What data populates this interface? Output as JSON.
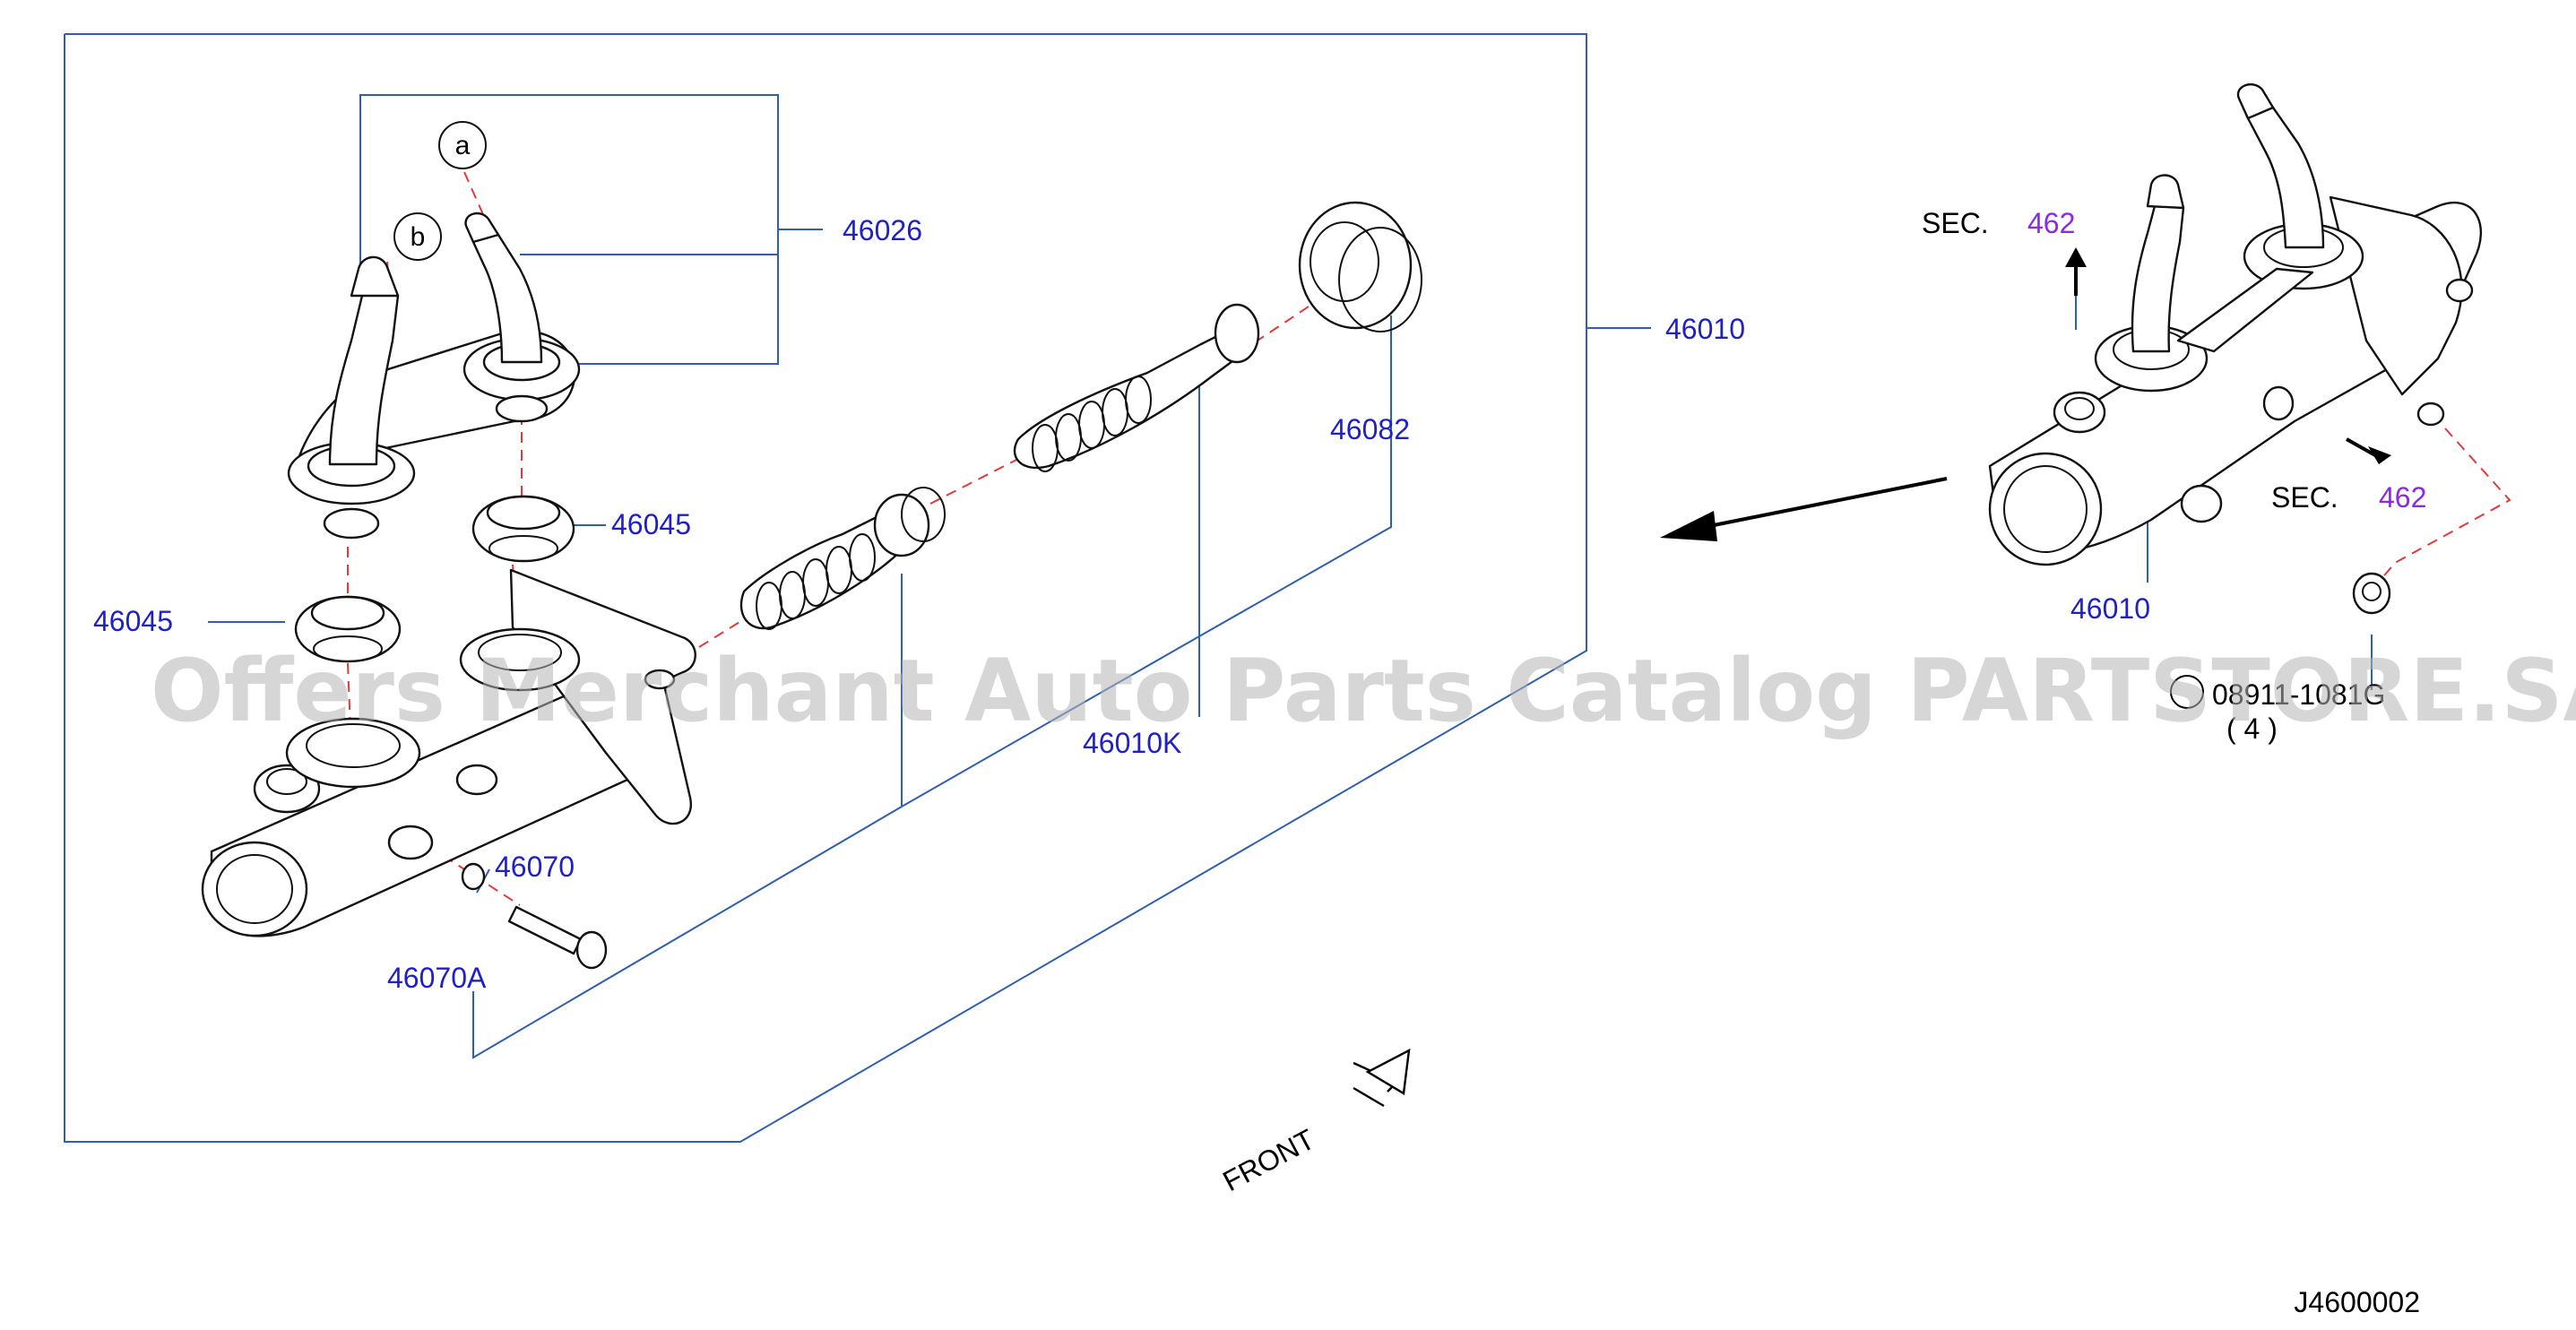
{
  "diagram": {
    "labels": {
      "p46026": "46026",
      "p46010_top": "46010",
      "p46082": "46082",
      "p46045_right": "46045",
      "p46045_left": "46045",
      "p46010K": "46010K",
      "p46070": "46070",
      "p46070A": "46070A",
      "p46010_right": "46010",
      "callout_a": "a",
      "callout_b": "b"
    },
    "sec_refs": [
      {
        "prefix": "SEC.",
        "number": "462"
      },
      {
        "prefix": "SEC.",
        "number": "462"
      }
    ],
    "bolt_ref": {
      "code": "08911-1081G",
      "qty": "( 4 )"
    },
    "front_label": "FRONT",
    "diagram_code": "J4600002",
    "watermark": "Offers Merchant Auto Parts Catalog PARTSTORE.SA",
    "colors": {
      "label_blue": "#2020c8",
      "frame_blue": "#2f5fb0",
      "dash_red": "#e03a3a",
      "sec_purple": "#8a2be2",
      "watermark_gray": "#b4b4b4"
    }
  }
}
